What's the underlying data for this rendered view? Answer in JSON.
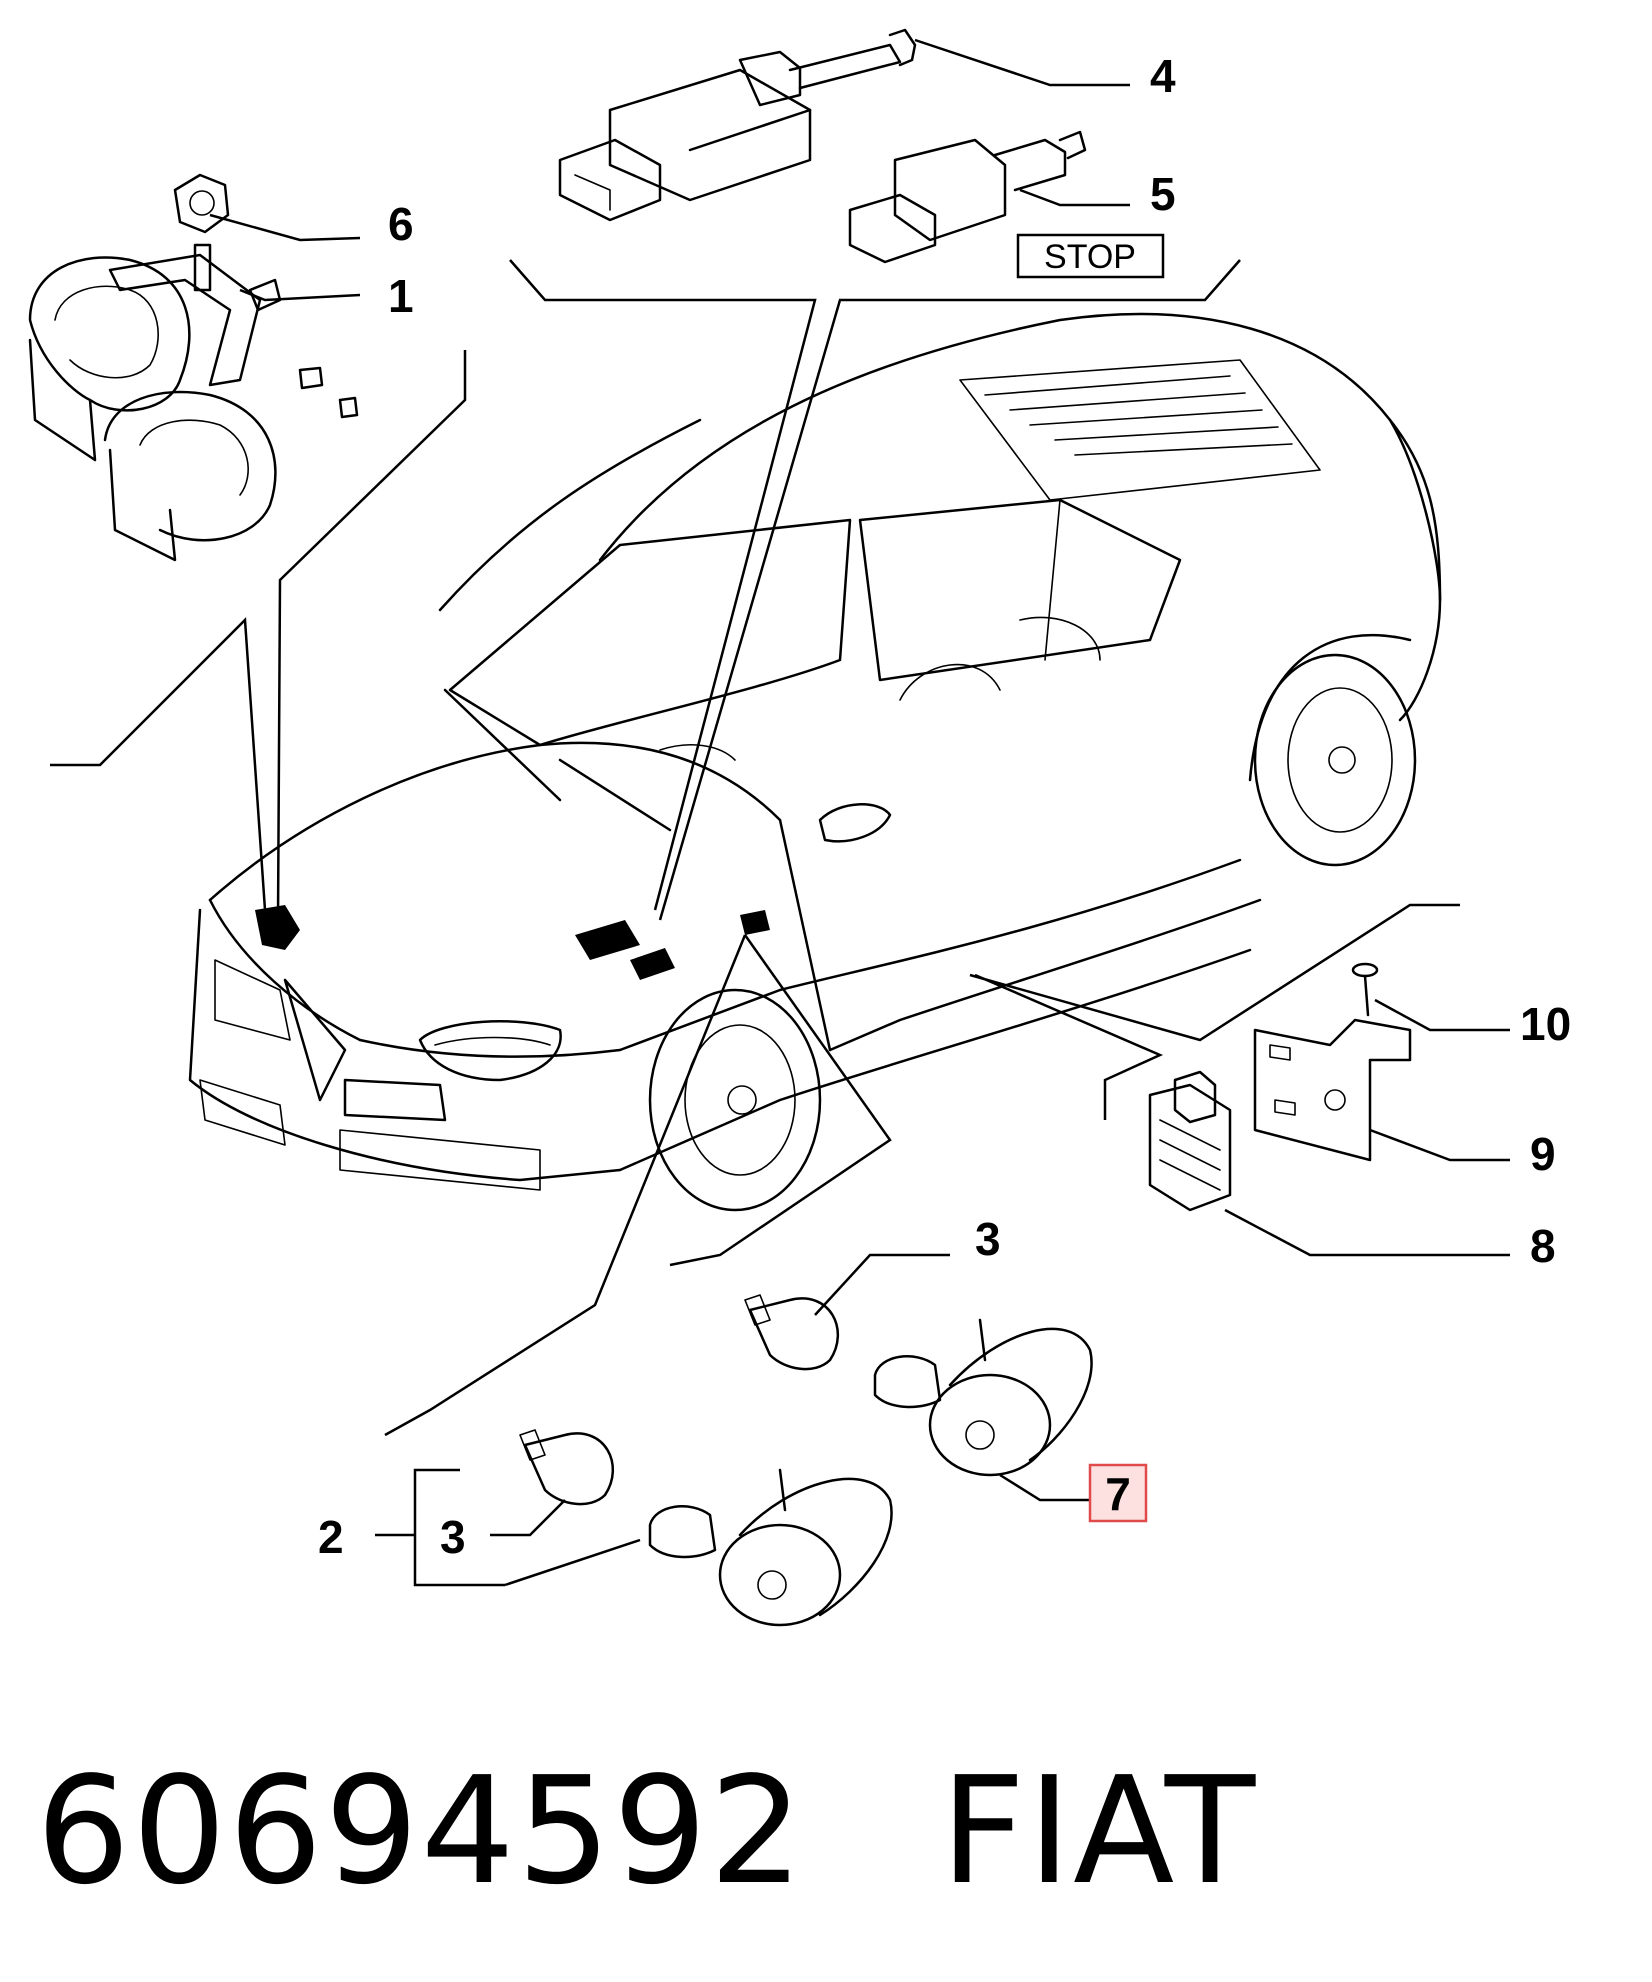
{
  "callouts": {
    "c1": "1",
    "c2": "2",
    "c3a": "3",
    "c3b": "3",
    "c4": "4",
    "c5": "5",
    "c6": "6",
    "c7": "7",
    "c8": "8",
    "c9": "9",
    "c10": "10"
  },
  "stop_label": "STOP",
  "footer": {
    "part_number": "60694592",
    "brand": "FIAT"
  },
  "colors": {
    "highlight_border": "#e04a4a",
    "highlight_fill": "#fde0e0",
    "ink": "#000000"
  }
}
